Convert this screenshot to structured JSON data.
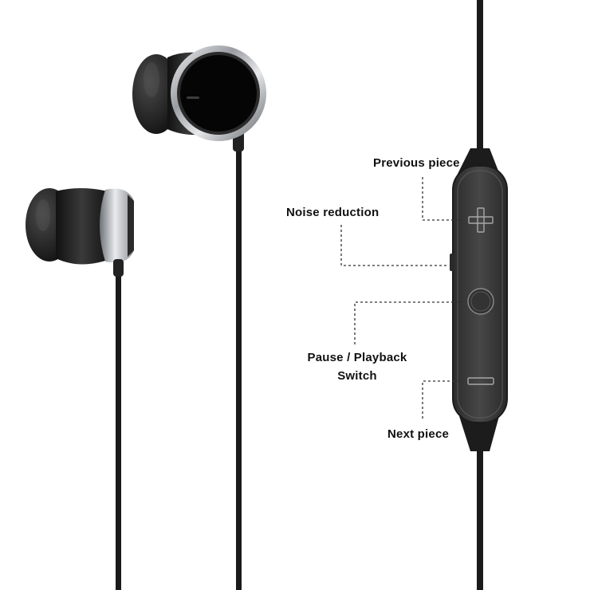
{
  "image": {
    "subject": "wired-earphones-with-inline-remote",
    "colors": {
      "background": "#ffffff",
      "cable": "#1a1a1a",
      "remote_body": "#3d3d3d",
      "metal_ring": "#b9bcc0",
      "leader_line": "#333333"
    }
  },
  "callouts": {
    "previous": "Previous piece",
    "noise": "Noise reduction",
    "pause_line1": "Pause / Playback",
    "pause_line2": "Switch",
    "next": "Next piece"
  }
}
